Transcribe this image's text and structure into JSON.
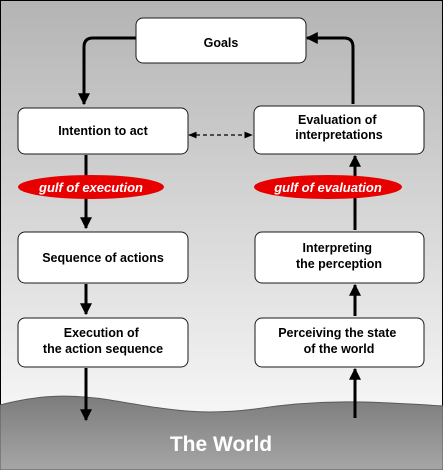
{
  "nodes": {
    "goals": [
      "Goals"
    ],
    "intention": [
      "Intention to act"
    ],
    "sequence": [
      "Sequence of actions"
    ],
    "execution": [
      "Execution of",
      "the action sequence"
    ],
    "evaluation": [
      "Evaluation of",
      "interpretations"
    ],
    "interpreting": [
      "Interpreting",
      "the perception"
    ],
    "perceiving": [
      "Perceiving the state",
      "of the world"
    ]
  },
  "gulfs": {
    "execution": "gulf of execution",
    "evaluation": "gulf of evaluation"
  },
  "world": {
    "label": "The World"
  },
  "colors": {
    "gulf_fill": "#e80000",
    "node_fill": "#ffffff",
    "world_fill": "#888888",
    "background_top": "#b4b4b4",
    "background_bottom": "#ffffff"
  }
}
